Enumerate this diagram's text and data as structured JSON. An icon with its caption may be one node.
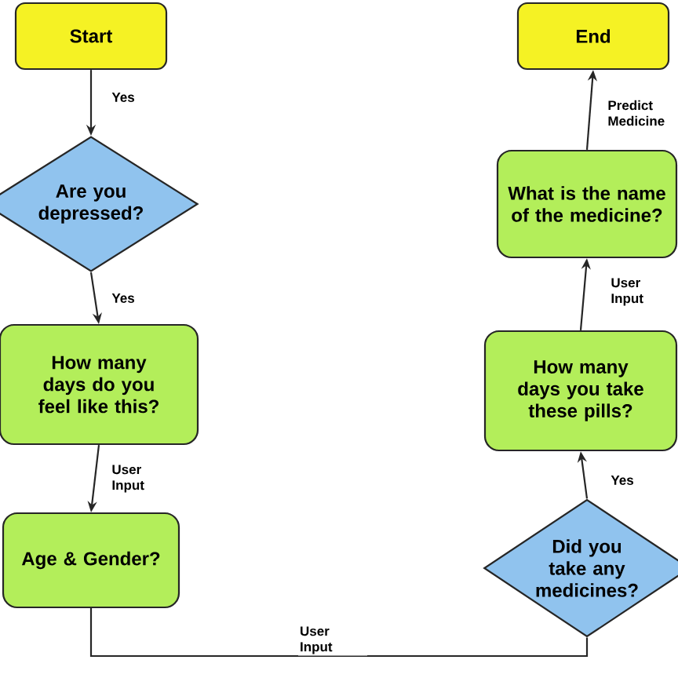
{
  "diagram": {
    "nodes": [
      {
        "text": [
          "Start"
        ]
      },
      {
        "text": [
          "Are you depressed?"
        ]
      },
      {
        "text": [
          "How many days do you feel like this?"
        ]
      },
      {
        "text": [
          "Age & Gender?"
        ]
      },
      {
        "text": [
          "End"
        ]
      },
      {
        "text": [
          "What is the name of the medicine?"
        ]
      },
      {
        "text": [
          "How many days you take these pills?"
        ]
      },
      {
        "text": [
          "Did you take any medicines?"
        ]
      }
    ],
    "edges": [
      {
        "from": 0,
        "to": 1,
        "arrow": "to",
        "label": "Yes"
      },
      {
        "from": 1,
        "to": 2,
        "arrow": "to",
        "label": "Yes"
      },
      {
        "from": 2,
        "to": 3,
        "arrow": "to",
        "label": "User Input"
      },
      {
        "from": 3,
        "to": 7,
        "arrow": "none",
        "label": "User Input"
      },
      {
        "from": 7,
        "to": 6,
        "arrow": "to",
        "label": "Yes"
      },
      {
        "from": 6,
        "to": 5,
        "arrow": "to",
        "label": "User Input"
      },
      {
        "from": 5,
        "to": 4,
        "arrow": "to",
        "label": "Predict Medicine"
      }
    ]
  }
}
